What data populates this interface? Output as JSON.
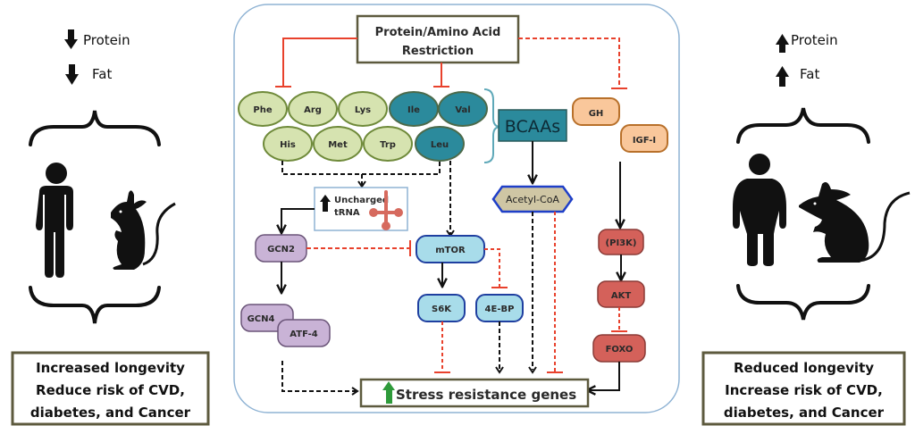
{
  "left_panel": {
    "diet": [
      {
        "direction": "down",
        "icon": "down-arrow-icon",
        "label": "Protein"
      },
      {
        "direction": "down",
        "icon": "down-arrow-icon",
        "label": "Fat"
      }
    ],
    "figures": [
      "lean-human",
      "lean-mouse"
    ],
    "outcome_lines": [
      "Increased longevity",
      "Reduce risk of CVD,",
      "diabetes, and Cancer"
    ]
  },
  "right_panel": {
    "diet": [
      {
        "direction": "up",
        "icon": "up-arrow-icon",
        "label": "Protein"
      },
      {
        "direction": "up",
        "icon": "up-arrow-icon",
        "label": "Fat"
      }
    ],
    "figures": [
      "obese-human",
      "obese-mouse"
    ],
    "outcome_lines": [
      "Reduced longevity",
      "Increase risk of CVD,",
      "diabetes, and Cancer"
    ]
  },
  "pathway": {
    "restriction": {
      "lines": [
        "Protein/Amino Acid",
        "Restriction"
      ]
    },
    "amino_acids": {
      "row1": [
        "Phe",
        "Arg",
        "Lys",
        "Ile",
        "Val"
      ],
      "row2": [
        "His",
        "Met",
        "Trp",
        "Leu"
      ],
      "bcaa_members": [
        "Ile",
        "Val",
        "Leu"
      ]
    },
    "bcaas": "BCAAs",
    "acetyl_coa": "Acetyl-CoA",
    "trna": {
      "lines": [
        "Uncharged",
        "tRNA"
      ],
      "icon": "up-arrow-icon"
    },
    "gcn2": "GCN2",
    "gcn4": "GCN4",
    "atf4": "ATF-4",
    "mtor": "mTOR",
    "s6k": "S6K",
    "ebp": "4E-BP",
    "gh": "GH",
    "igf": "IGF-I",
    "pi3k": "(PI3K)",
    "akt": "AKT",
    "foxo": "FOXO",
    "stress": {
      "label": "Stress resistance genes",
      "icon": "green-up-arrow-icon"
    }
  },
  "colors": {
    "inhibit": "#e8412c",
    "activate": "#111111",
    "aa_green": "#d6e3b0",
    "aa_teal": "#2b8a9c",
    "mtor_blue": "#a8dcea",
    "purple": "#c9b3d6",
    "red_node": "#d4615a",
    "orange_node": "#f9c79b",
    "panel_border": "#8fb3d4"
  }
}
